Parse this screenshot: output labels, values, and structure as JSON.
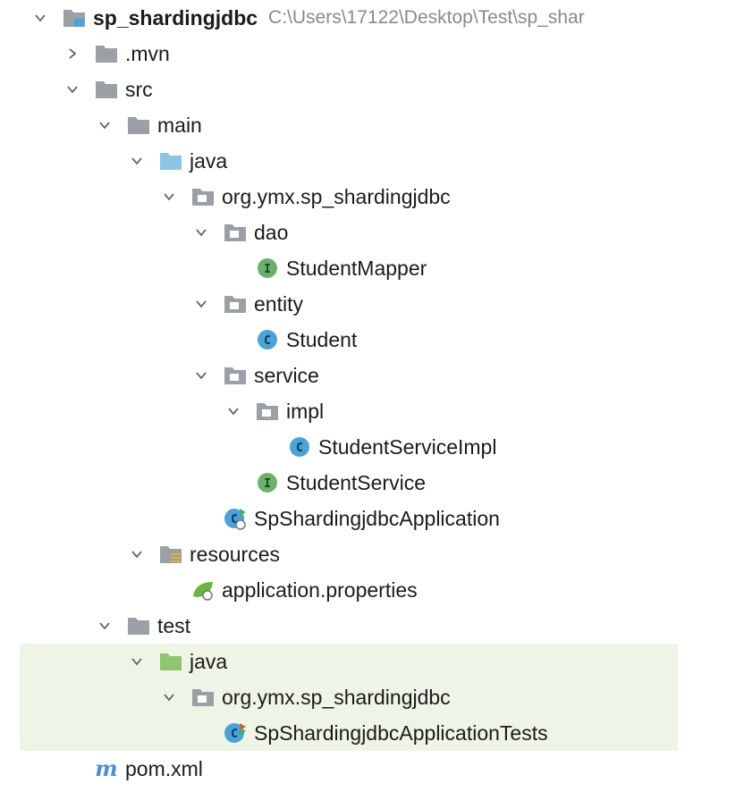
{
  "colors": {
    "folder": "#9aa0a6",
    "java_src_folder": "#8cc4e8",
    "java_test_folder": "#8fc56e",
    "interface_icon": "#69b26a",
    "class_icon": "#4aa3d8",
    "selection": "#eef5e6"
  },
  "tree": {
    "project_name": "sp_shardingjdbc",
    "project_path": "C:\\Users\\17122\\Desktop\\Test\\sp_shar",
    "nodes": [
      {
        "label": "sp_shardingjdbc",
        "icon": "project-folder-icon",
        "expanded": true
      },
      {
        "label": ".mvn",
        "icon": "folder-icon",
        "expanded": false
      },
      {
        "label": "src",
        "icon": "folder-icon",
        "expanded": true
      },
      {
        "label": "main",
        "icon": "folder-icon",
        "expanded": true
      },
      {
        "label": "java",
        "icon": "java-source-folder-icon",
        "expanded": true
      },
      {
        "label": "org.ymx.sp_shardingjdbc",
        "icon": "package-icon",
        "expanded": true
      },
      {
        "label": "dao",
        "icon": "package-icon",
        "expanded": true
      },
      {
        "label": "StudentMapper",
        "icon": "interface-icon",
        "glyph": "I"
      },
      {
        "label": "entity",
        "icon": "package-icon",
        "expanded": true
      },
      {
        "label": "Student",
        "icon": "class-icon",
        "glyph": "C"
      },
      {
        "label": "service",
        "icon": "package-icon",
        "expanded": true
      },
      {
        "label": "impl",
        "icon": "package-icon",
        "expanded": true
      },
      {
        "label": "StudentServiceImpl",
        "icon": "class-icon",
        "glyph": "C"
      },
      {
        "label": "StudentService",
        "icon": "interface-icon",
        "glyph": "I"
      },
      {
        "label": "SpShardingjdbcApplication",
        "icon": "spring-boot-class-icon",
        "glyph": "C"
      },
      {
        "label": "resources",
        "icon": "resources-folder-icon",
        "expanded": true
      },
      {
        "label": "application.properties",
        "icon": "spring-properties-icon"
      },
      {
        "label": "test",
        "icon": "folder-icon",
        "expanded": true
      },
      {
        "label": "java",
        "icon": "java-test-folder-icon",
        "expanded": true
      },
      {
        "label": "org.ymx.sp_shardingjdbc",
        "icon": "package-icon",
        "expanded": true
      },
      {
        "label": "SpShardingjdbcApplicationTests",
        "icon": "spring-test-class-icon",
        "glyph": "C"
      },
      {
        "label": "pom.xml",
        "icon": "maven-pom-icon",
        "glyph": "m"
      }
    ]
  }
}
